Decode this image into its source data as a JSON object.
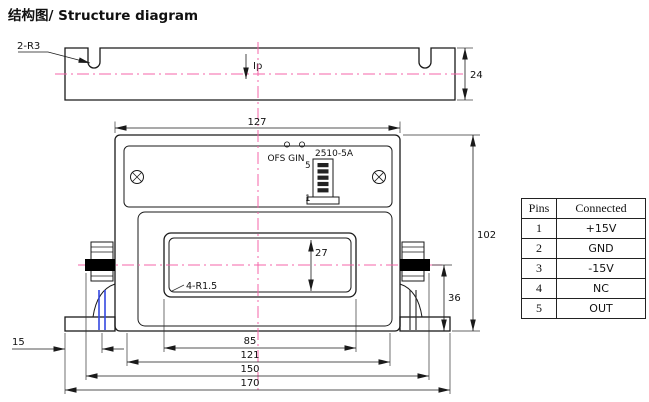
{
  "title": "结构图/ Structure diagram",
  "colors": {
    "outline": "#1a1a1a",
    "centerline": "#f466a8",
    "slot_blue": "#3347e0",
    "busbar": "#000000"
  },
  "top_view": {
    "corner_label": "2-R3",
    "current_label": "Ip",
    "dim_height": "24"
  },
  "front_view": {
    "dim_width": "127",
    "dim_height": "102",
    "dim_window_height": "27",
    "window_corner_label": "4-R1.5",
    "dim_lower": "36",
    "dim_foot_offset": "15",
    "dim_window_width": "85",
    "dim_mount": "121",
    "dim_terminals": "150",
    "dim_overall": "170",
    "silk_label": "OFS GIN",
    "connector_label": "2510-5A",
    "pin_top_label": "5",
    "pin_bottom_label": "1"
  },
  "pin_table": {
    "headers": [
      "Pins",
      "Connected"
    ],
    "rows": [
      {
        "pin": "1",
        "connected": "+15V"
      },
      {
        "pin": "2",
        "connected": "GND"
      },
      {
        "pin": "3",
        "connected": "-15V"
      },
      {
        "pin": "4",
        "connected": "NC"
      },
      {
        "pin": "5",
        "connected": "OUT"
      }
    ]
  }
}
